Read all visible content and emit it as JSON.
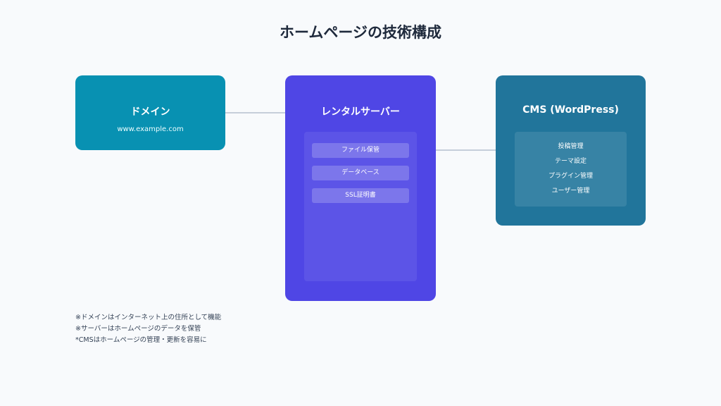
{
  "title": "ホームページの技術構成",
  "domain": {
    "title": "ドメイン",
    "subtitle": "www.example.com"
  },
  "server": {
    "title": "レンタルサーバー",
    "items": [
      "ファイル保管",
      "データベース",
      "SSL証明書"
    ]
  },
  "cms": {
    "title": "CMS (WordPress)",
    "items": [
      "投稿管理",
      "テーマ設定",
      "プラグイン管理",
      "ユーザー管理"
    ]
  },
  "notes": [
    "※ドメインはインターネット上の住所として機能",
    "※サーバーはホームページのデータを保管",
    "*CMSはホームページの管理・更新を容易に"
  ],
  "colors": {
    "domain": "#0891b2",
    "server": "#4f46e5",
    "cms": "#21759b",
    "connector": "#94a3b8",
    "background": "#f8fafc"
  }
}
